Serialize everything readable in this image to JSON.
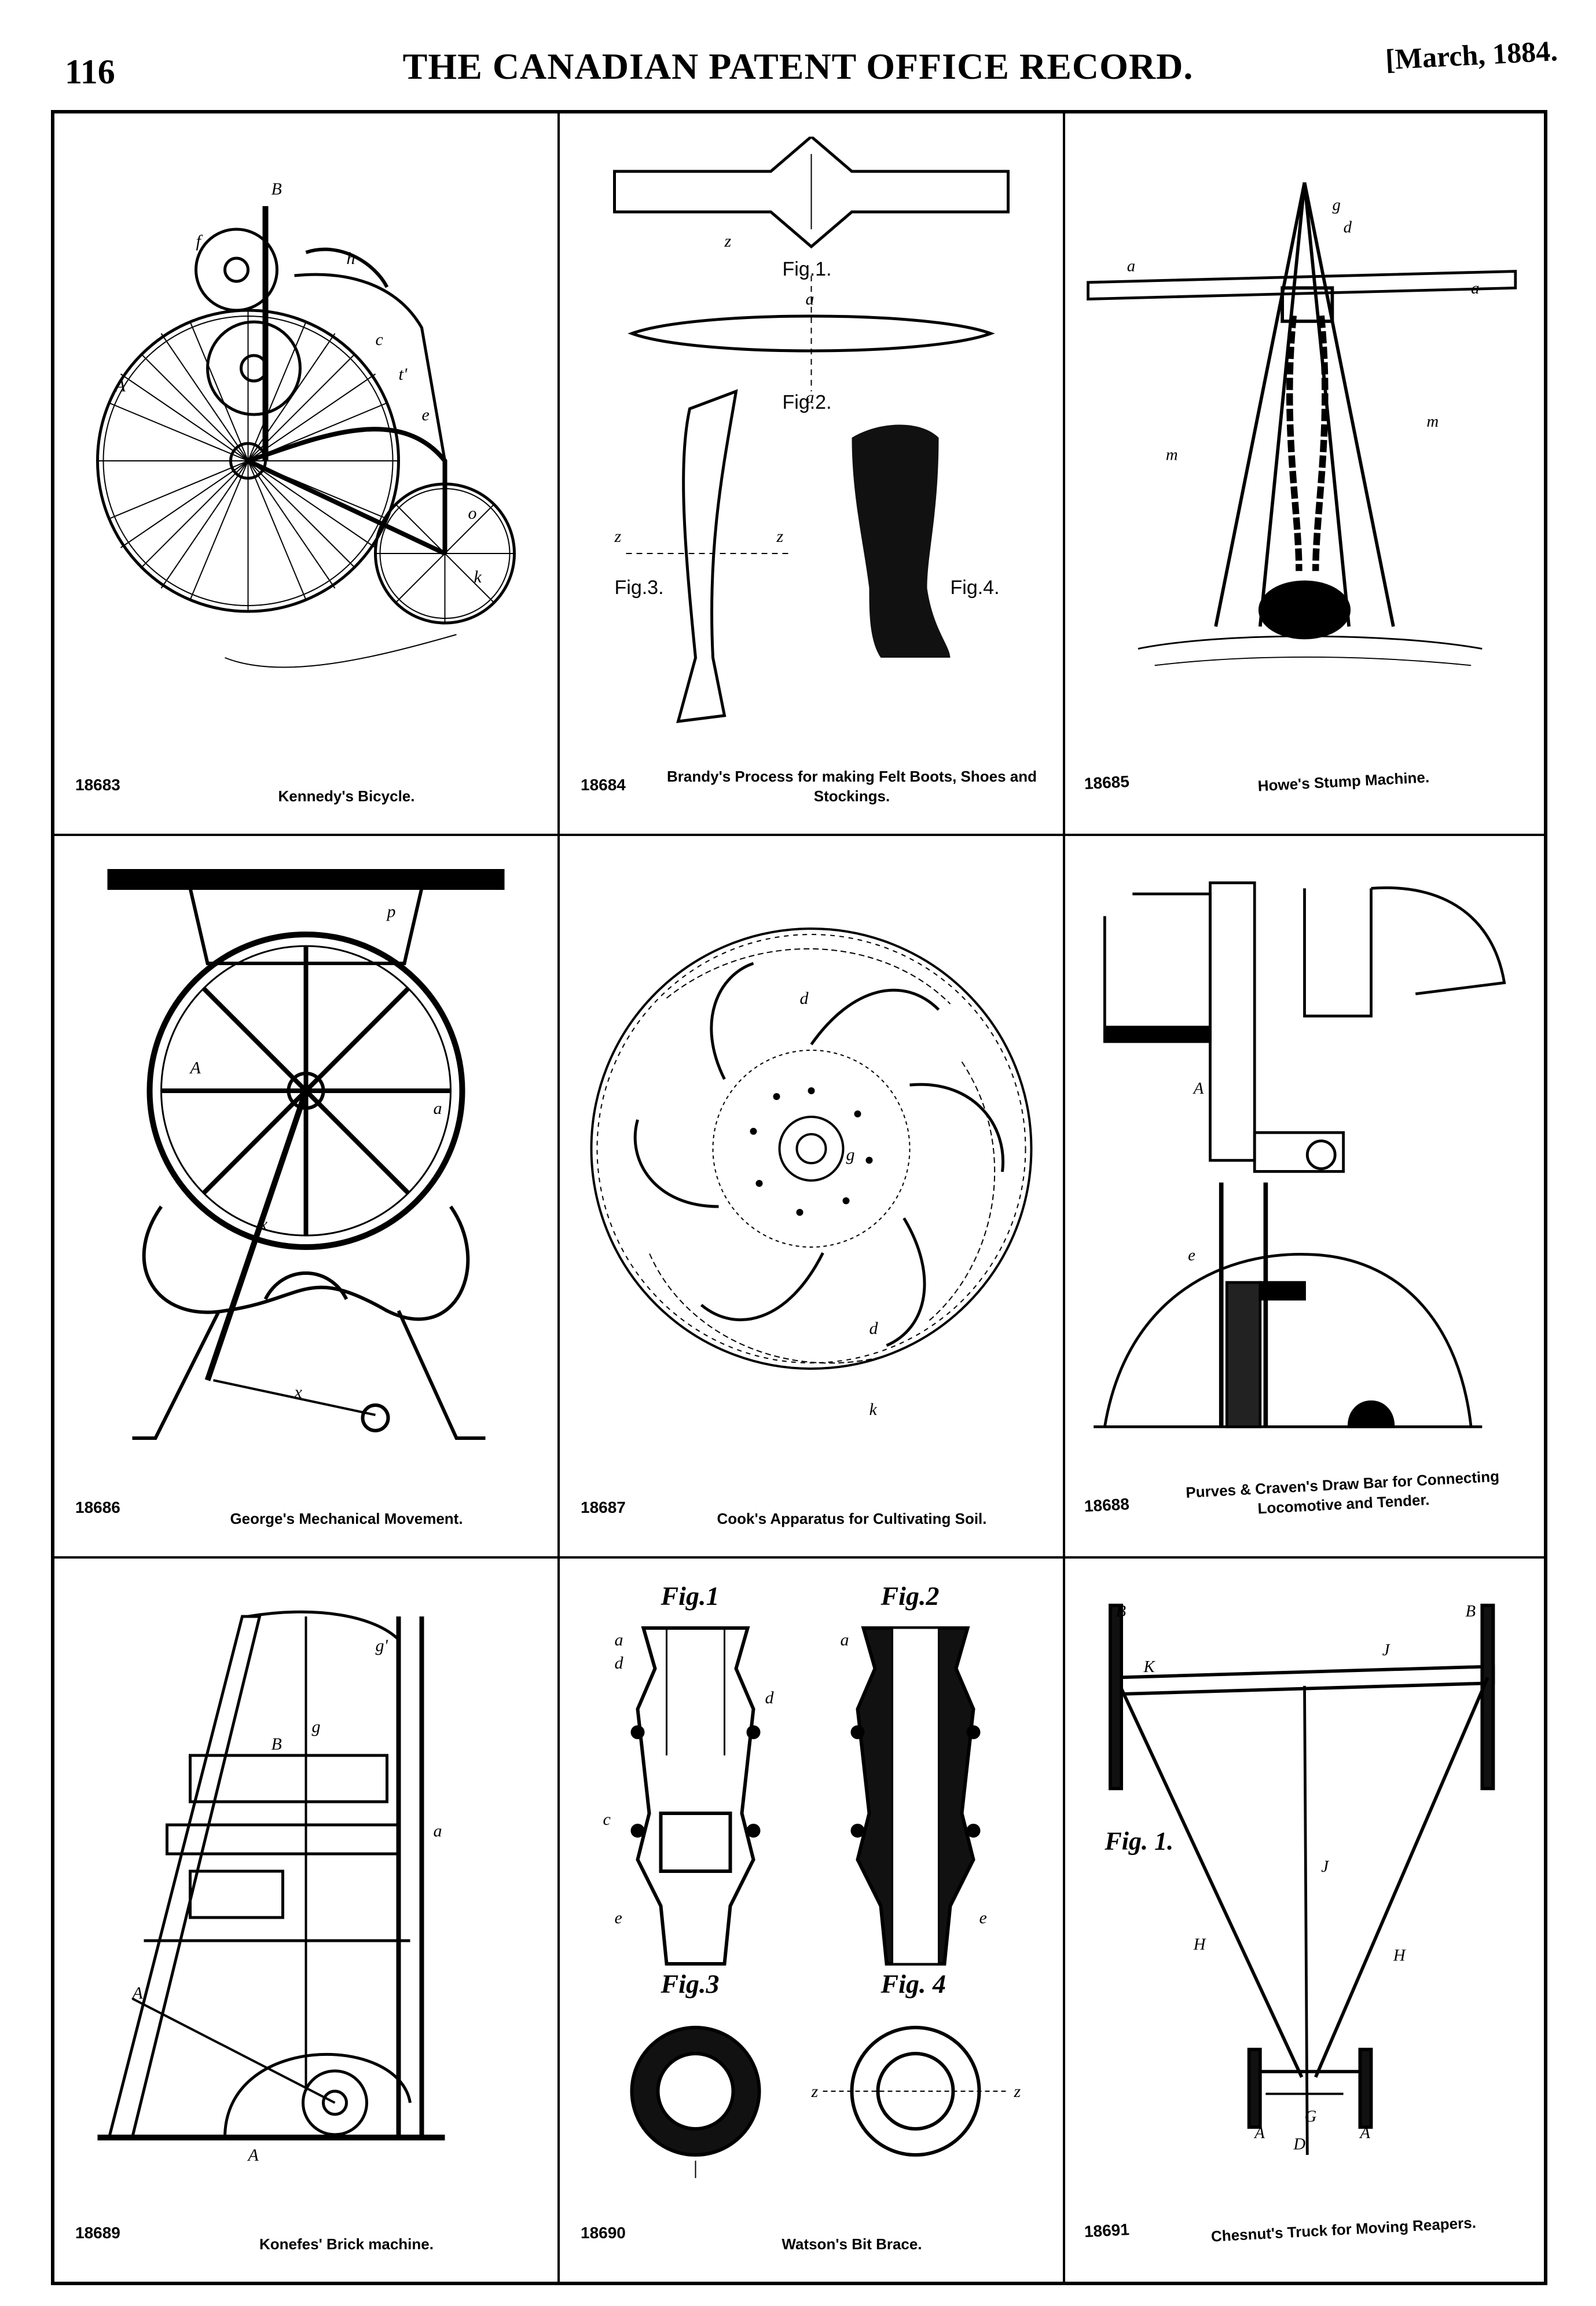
{
  "header": {
    "page_number": "116",
    "title": "THE CANADIAN PATENT OFFICE RECORD.",
    "date": "[March, 1884."
  },
  "patents": [
    {
      "number": "18683",
      "title": "Kennedy's Bicycle."
    },
    {
      "number": "18684",
      "title": "Brandy's Process for making Felt Boots, Shoes and Stockings."
    },
    {
      "number": "18685",
      "title": "Howe's Stump Machine."
    },
    {
      "number": "18686",
      "title": "George's Mechanical Movement."
    },
    {
      "number": "18687",
      "title": "Cook's Apparatus for Cultivating Soil."
    },
    {
      "number": "18688",
      "title": "Purves & Craven's Draw Bar for Connecting Locomotive and Tender."
    },
    {
      "number": "18689",
      "title": "Konefes' Brick machine."
    },
    {
      "number": "18690",
      "title": "Watson's Bit Brace."
    },
    {
      "number": "18691",
      "title": "Chesnut's Truck for Moving Reapers."
    }
  ],
  "figure_labels": {
    "boots_fig1": "Fig.1.",
    "boots_fig2": "Fig.2.",
    "boots_fig3": "Fig.3.",
    "boots_fig4": "Fig.4.",
    "brace_fig1": "Fig.1",
    "brace_fig2": "Fig.2",
    "brace_fig3": "Fig.3",
    "brace_fig4": "Fig. 4",
    "truck_fig1": "Fig. 1."
  }
}
